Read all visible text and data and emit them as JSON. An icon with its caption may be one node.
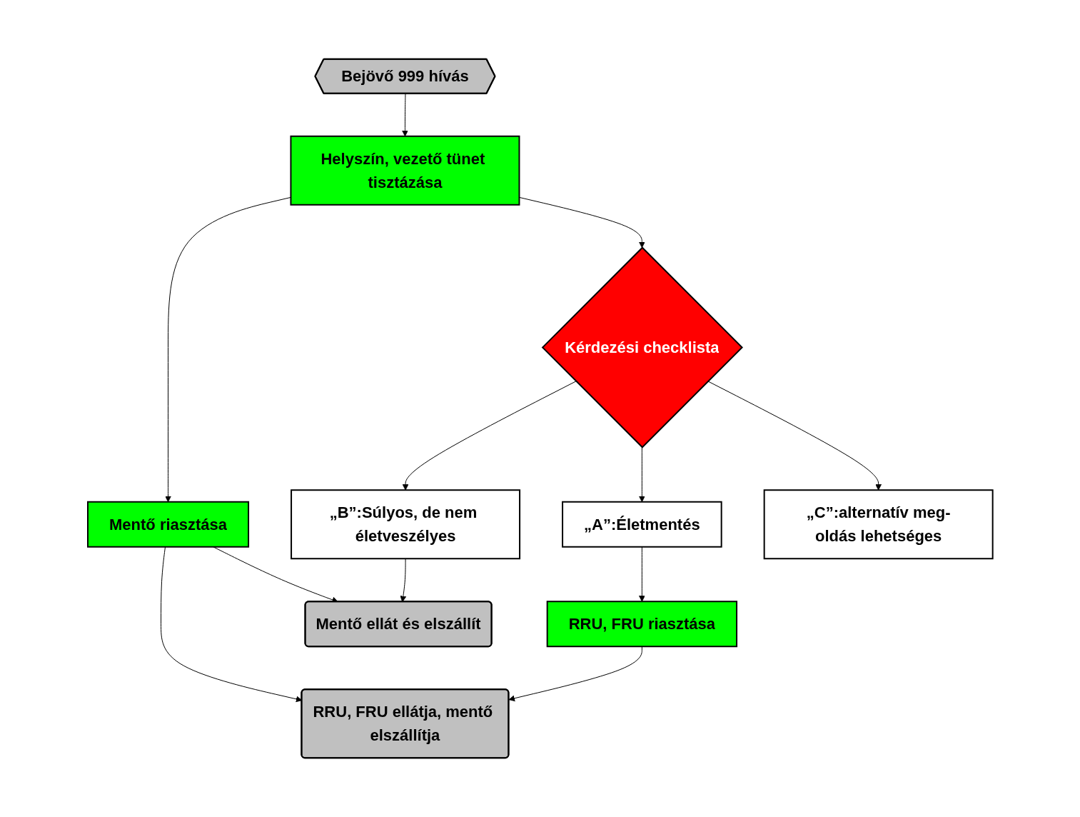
{
  "diagram": {
    "nodes": [
      {
        "text": [
          "Bejövő 999 hívás"
        ]
      },
      {
        "text": [
          "Helyszín, vezető tünet tisztázása"
        ]
      },
      {
        "text": [
          "Mentő riasztása"
        ]
      },
      {
        "text": [
          "Kérdezési checklista"
        ]
      },
      {
        "text": [
          "„A”:Életmentés"
        ]
      },
      {
        "text": [
          "RRU, FRU riasztása"
        ]
      },
      {
        "text": [
          "RRU, FRU ellátja, mentő elszállítja"
        ]
      },
      {
        "text": [
          "„B”:Súlyos, de nem életveszélyes"
        ]
      },
      {
        "text": [
          "Mentő ellát és elszállít"
        ]
      },
      {
        "text": [
          "„C”:alternatív meg-oldás lehetséges"
        ]
      }
    ],
    "edges": [
      {
        "from": 0,
        "to": 1,
        "arrow": "to"
      },
      {
        "from": 1,
        "to": 2,
        "arrow": "to"
      },
      {
        "from": 1,
        "to": 3,
        "arrow": "to"
      },
      {
        "from": 3,
        "to": 4,
        "arrow": "to"
      },
      {
        "from": 3,
        "to": 7,
        "arrow": "to"
      },
      {
        "from": 3,
        "to": 9,
        "arrow": "to"
      },
      {
        "from": 4,
        "to": 5,
        "arrow": "to"
      },
      {
        "from": 5,
        "to": 6,
        "arrow": "to"
      },
      {
        "from": 2,
        "to": 6,
        "arrow": "to"
      },
      {
        "from": 7,
        "to": 8,
        "arrow": "to"
      },
      {
        "from": 2,
        "to": 8,
        "arrow": "to"
      }
    ]
  }
}
